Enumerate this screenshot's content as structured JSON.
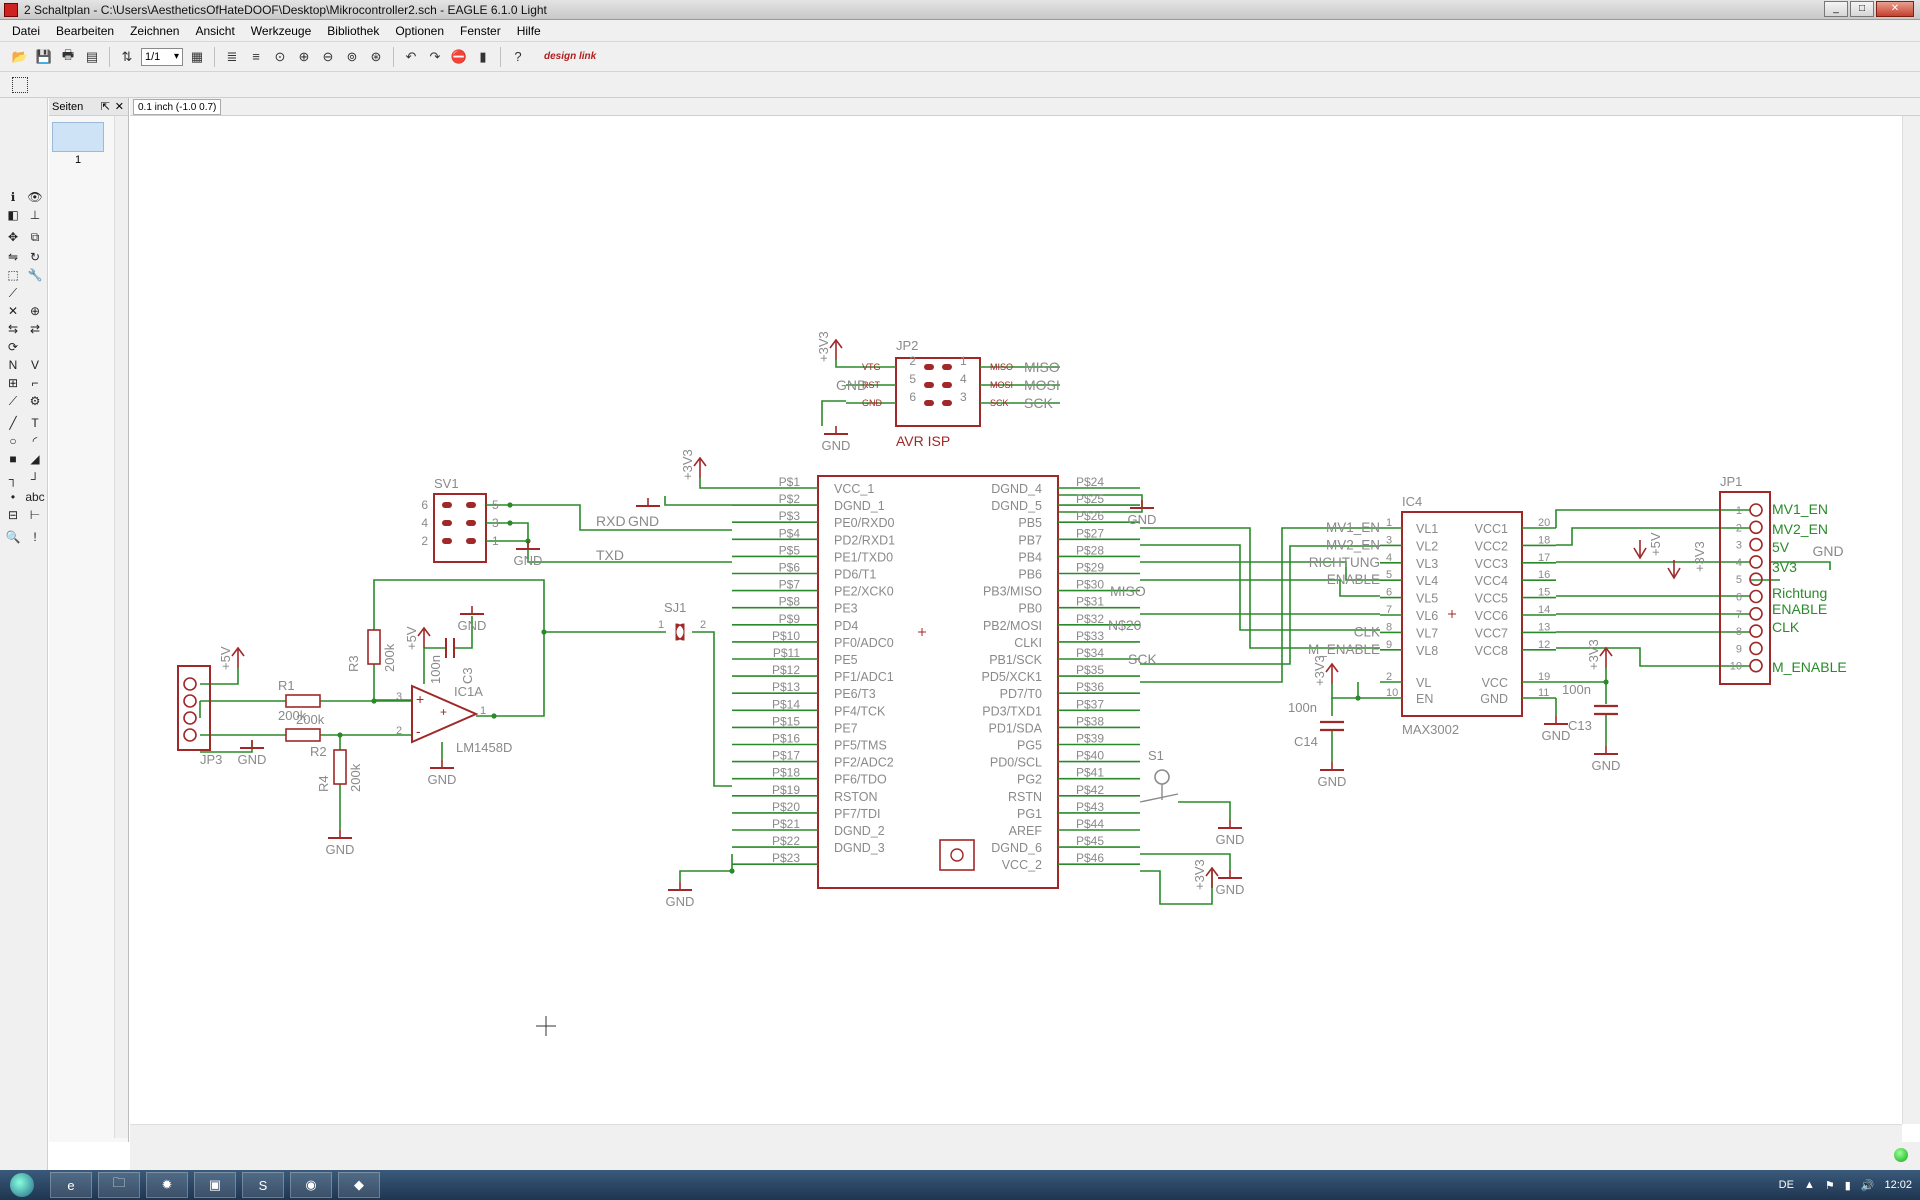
{
  "window": {
    "title": "2 Schaltplan - C:\\Users\\AestheticsOfHateDOOF\\Desktop\\Mikrocontroller2.sch - EAGLE 6.1.0 Light",
    "minimize": "_",
    "maximize": "□",
    "close": "✕"
  },
  "menu": [
    "Datei",
    "Bearbeiten",
    "Zeichnen",
    "Ansicht",
    "Werkzeuge",
    "Bibliothek",
    "Optionen",
    "Fenster",
    "Hilfe"
  ],
  "toolbar": {
    "sheet_select": "1/1",
    "logo": "design link"
  },
  "pages_panel": {
    "title": "Seiten",
    "page_label": "1"
  },
  "coord_display": "0.1 inch (-1.0 0.7)",
  "taskbar": {
    "lang": "DE",
    "time": "12:02"
  },
  "schematic": {
    "ic1": {
      "name": "IC1A",
      "value": "LM1458D"
    },
    "mcu": {
      "left_pins": [
        "P$1",
        "P$2",
        "P$3",
        "P$4",
        "P$5",
        "P$6",
        "P$7",
        "P$8",
        "P$9",
        "P$10",
        "P$11",
        "P$12",
        "P$13",
        "P$14",
        "P$15",
        "P$16",
        "P$17",
        "P$18",
        "P$19",
        "P$20",
        "P$21",
        "P$22",
        "P$23"
      ],
      "left_names": [
        "VCC_1",
        "DGND_1",
        "PE0/RXD0",
        "PD2/RXD1",
        "PE1/TXD0",
        "PD6/T1",
        "PE2/XCK0",
        "PE3",
        "PD4",
        "PF0/ADC0",
        "PE5",
        "PF1/ADC1",
        "PE6/T3",
        "PF4/TCK",
        "PE7",
        "PF5/TMS",
        "PF2/ADC2",
        "PF6/TDO",
        "RSTON",
        "PF7/TDI",
        "DGND_2",
        "DGND_3"
      ],
      "right_pins": [
        "P$24",
        "P$25",
        "P$26",
        "P$27",
        "P$28",
        "P$29",
        "P$30",
        "P$31",
        "P$32",
        "P$33",
        "P$34",
        "P$35",
        "P$36",
        "P$37",
        "P$38",
        "P$39",
        "P$40",
        "P$41",
        "P$42",
        "P$43",
        "P$44",
        "P$45",
        "P$46"
      ],
      "right_names": [
        "DGND_4",
        "DGND_5",
        "PB5",
        "PB7",
        "PB4",
        "PB6",
        "PB3/MISO",
        "PB0",
        "PB2/MOSI",
        "CLKI",
        "PB1/SCK",
        "PD5/XCK1",
        "PD7/T0",
        "PD3/TXD1",
        "PD1/SDA",
        "PG5",
        "PD0/SCL",
        "PG2",
        "RSTN",
        "PG1",
        "AREF",
        "DGND_6",
        "VCC_2"
      ]
    },
    "jp2": {
      "name": "JP2",
      "value": "AVR ISP",
      "left_labels": [
        "VTG",
        "RST",
        "GND"
      ],
      "right_labels": [
        "MISO",
        "MOSI",
        "SCK"
      ],
      "left_nums": [
        "2",
        "5",
        "6"
      ],
      "right_nums": [
        "1",
        "4",
        "3"
      ],
      "net_labels": [
        "MISO",
        "MOSI",
        "SCK"
      ],
      "power": "+3V3",
      "gnd": "GND",
      "gnd_net": "GND"
    },
    "sv1": {
      "name": "SV1",
      "left_nums": [
        "6",
        "4",
        "2"
      ],
      "right_nums": [
        "5",
        "3",
        "1"
      ]
    },
    "sj1": {
      "name": "SJ1",
      "pin1": "1",
      "pin2": "2"
    },
    "ic4": {
      "name": "IC4",
      "value": "MAX3002",
      "left_names": [
        "VL1",
        "VL2",
        "VL3",
        "VL4",
        "VL5",
        "VL6",
        "VL7",
        "VL8",
        "VL",
        "EN"
      ],
      "right_names": [
        "VCC1",
        "VCC2",
        "VCC3",
        "VCC4",
        "VCC5",
        "VCC6",
        "VCC7",
        "VCC8",
        "VCC",
        "GND"
      ],
      "left_nums": [
        "1",
        "3",
        "4",
        "5",
        "6",
        "7",
        "8",
        "9",
        "2",
        "10"
      ],
      "right_nums": [
        "20",
        "18",
        "17",
        "16",
        "15",
        "14",
        "13",
        "12",
        "19",
        "11"
      ],
      "left_nets": [
        "MV1_EN",
        "MV2_EN",
        "RICHTUNG",
        "ENABLE",
        "",
        "",
        "CLK",
        "M_ENABLE"
      ]
    },
    "jp1": {
      "name": "JP1",
      "pin_nums": [
        "1",
        "2",
        "3",
        "4",
        "5",
        "6",
        "7",
        "8",
        "9",
        "10"
      ],
      "nets": [
        "MV1_EN",
        "MV2_EN",
        "5V",
        "3V3",
        "Richtung",
        "ENABLE",
        "CLK",
        "M_ENABLE"
      ],
      "gnd": "GND",
      "power_5v": "+5V",
      "power_3v3": "+3V3"
    },
    "jp3": {
      "name": "JP3",
      "power": "+5V",
      "gnd": "GND"
    },
    "r1": {
      "name": "R1",
      "value": "200k"
    },
    "r2": {
      "name": "R2",
      "value": "200k"
    },
    "r3": {
      "name": "R3",
      "value": "200k"
    },
    "r4": {
      "name": "R4",
      "value": "200k"
    },
    "c3": {
      "name": "C3",
      "value": "100n"
    },
    "c13": {
      "name": "C13",
      "value": "100n"
    },
    "c14": {
      "name": "C14",
      "value": "100n"
    },
    "s1": {
      "name": "S1"
    },
    "nets": {
      "rxd": "RXD",
      "txd": "TXD",
      "miso": "MISO",
      "n20": "N$20",
      "sck": "SCK",
      "gnd": "GND",
      "plus5v": "+5V",
      "plus3v3": "+3V3",
      "pin_plus": "+",
      "pin_minus": "-",
      "pin1": "1",
      "pin2": "2",
      "pin3": "3"
    }
  }
}
